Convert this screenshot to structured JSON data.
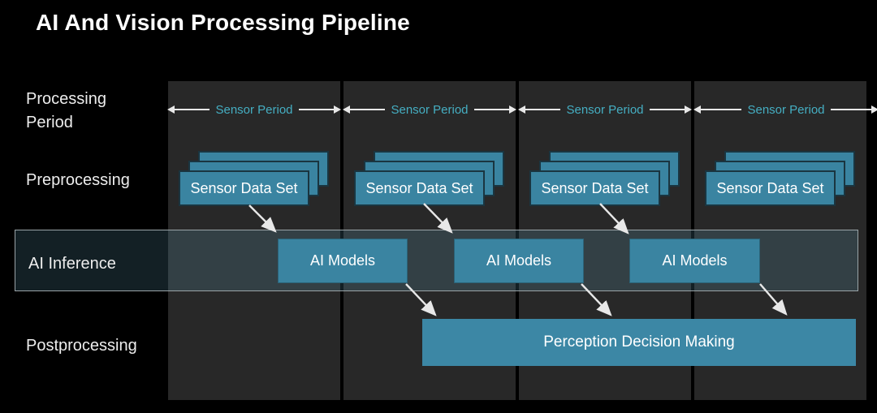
{
  "title": "AI And Vision Processing Pipeline",
  "row_labels": {
    "processing_period": "Processing Period",
    "preprocessing": "Preprocessing",
    "ai_inference": "AI Inference",
    "postprocessing": "Postprocessing"
  },
  "columns": [
    {
      "period_label": "Sensor Period",
      "dataset_label": "Sensor Data Set"
    },
    {
      "period_label": "Sensor Period",
      "dataset_label": "Sensor Data Set"
    },
    {
      "period_label": "Sensor Period",
      "dataset_label": "Sensor Data Set"
    },
    {
      "period_label": "Sensor Period",
      "dataset_label": "Sensor Data Set"
    }
  ],
  "ai_models": [
    {
      "label": "AI Models"
    },
    {
      "label": "AI Models"
    },
    {
      "label": "AI Models"
    }
  ],
  "postprocessing_box": {
    "label": "Perception Decision Making"
  },
  "colors": {
    "background": "#000000",
    "column_bg": "#282828",
    "accent_teal": "#3a84a1",
    "decision_box": "#3c87a5",
    "period_text": "#45aec2",
    "arrow": "#e8e8e8",
    "inference_band_border": "#9aa4a8",
    "label_text": "#ededed"
  }
}
